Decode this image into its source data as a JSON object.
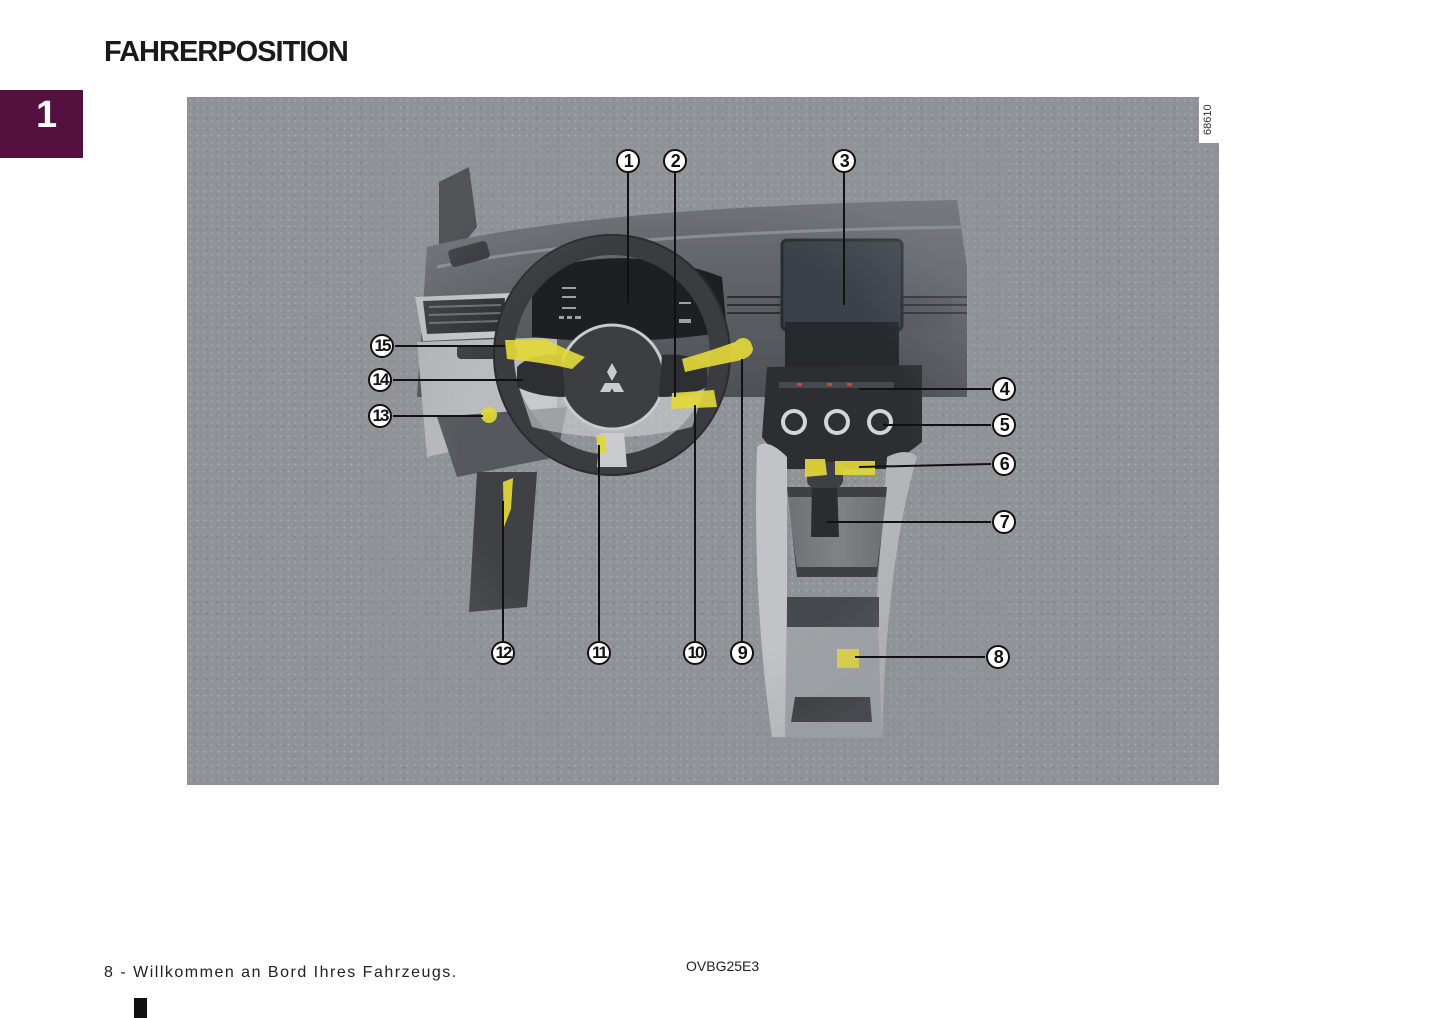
{
  "page": {
    "title": "FAHRERPOSITION",
    "chapter_number": "1",
    "chapter_tab_color": "#54103f"
  },
  "figure": {
    "reference_id": "68610",
    "background_color": "#8f9297",
    "highlight_color": "#e6dc3c",
    "callouts": [
      {
        "id": "1",
        "label": "1"
      },
      {
        "id": "2",
        "label": "2"
      },
      {
        "id": "3",
        "label": "3"
      },
      {
        "id": "4",
        "label": "4"
      },
      {
        "id": "5",
        "label": "5"
      },
      {
        "id": "6",
        "label": "6"
      },
      {
        "id": "7",
        "label": "7"
      },
      {
        "id": "8",
        "label": "8"
      },
      {
        "id": "9",
        "label": "9"
      },
      {
        "id": "10",
        "label": "10"
      },
      {
        "id": "11",
        "label": "11"
      },
      {
        "id": "12",
        "label": "12"
      },
      {
        "id": "13",
        "label": "13"
      },
      {
        "id": "14",
        "label": "14"
      },
      {
        "id": "15",
        "label": "15"
      }
    ]
  },
  "footer": {
    "page_caption": "8 - Willkommen an Bord Ihres Fahrzeugs.",
    "document_code": "OVBG25E3"
  }
}
